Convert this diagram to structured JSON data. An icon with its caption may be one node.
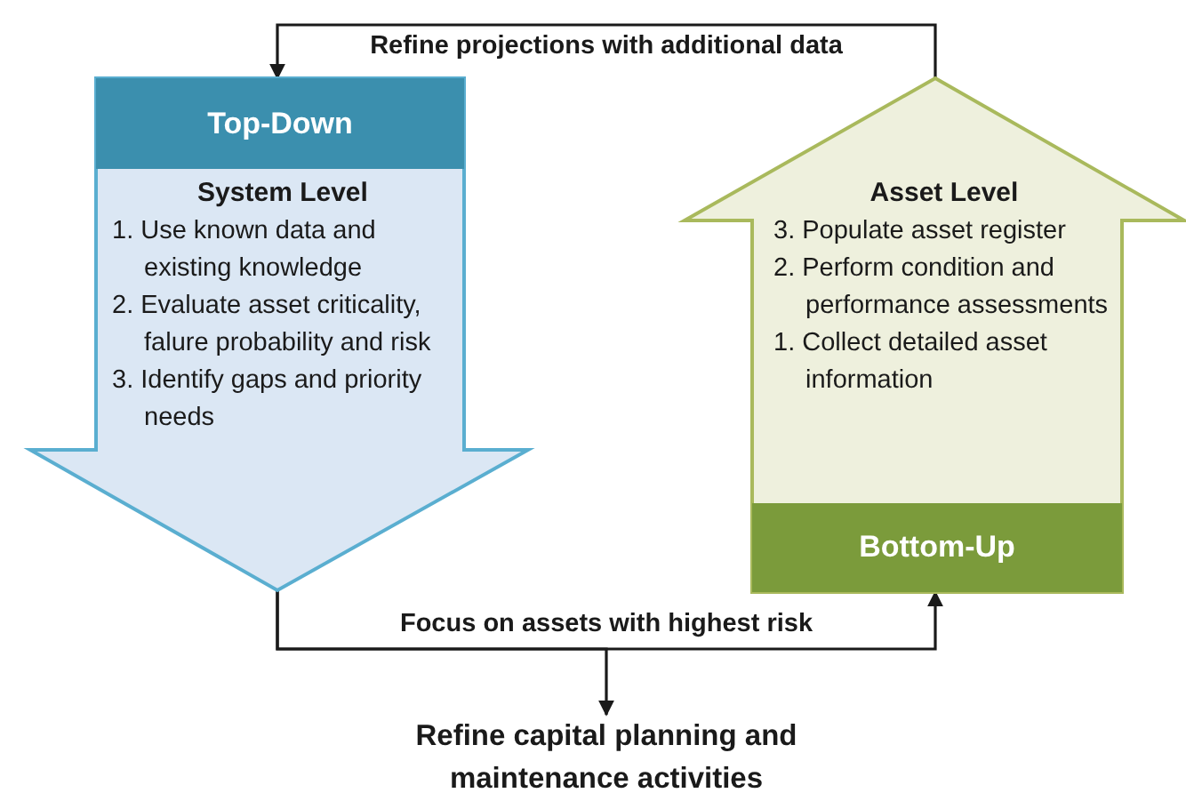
{
  "diagram": {
    "nodes": [
      {
        "text": [
          "Top-Down",
          "System Level",
          "1. Use known data and existing knowledge",
          "2. Evaluate asset criticality, falure probability and risk",
          "3. Identify gaps and priority needs"
        ]
      },
      {
        "text": [
          "Asset Level",
          "3. Populate asset register",
          "2. Perform condition and performance assessments",
          "1. Collect detailed asset information",
          "Bottom-Up"
        ]
      },
      {
        "text": [
          "Refine capital planning and maintenance activities"
        ]
      }
    ],
    "edges": [
      {
        "from": 1,
        "to": 0,
        "arrow": "to",
        "label": "Refine projections with additional data"
      },
      {
        "from": 0,
        "to": 1,
        "arrow": "to",
        "label": "Focus on assets with highest risk"
      },
      {
        "from": 0,
        "to": 2,
        "arrow": "to"
      }
    ]
  }
}
